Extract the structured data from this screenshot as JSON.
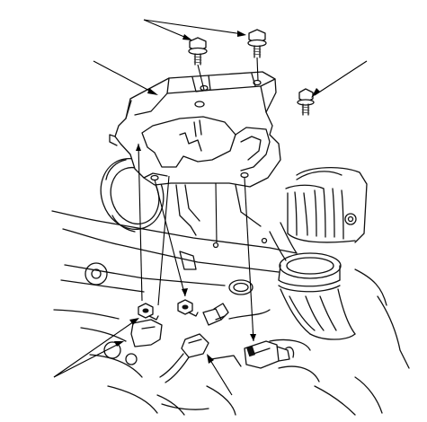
{
  "figure": {
    "type": "exploded-assembly-illustration",
    "labels": [],
    "colors": {
      "line": "#111111",
      "background": "#ffffff"
    },
    "parts": [
      "bracket-bolt",
      "bracket-bolt",
      "bracket-bolt",
      "bracket",
      "engine-block",
      "exhaust-pipe",
      "oxygen-sensor-connector",
      "sensor-bracket",
      "sensor",
      "sensor",
      "small-bolt",
      "small-bolt"
    ],
    "leader_lines": 6
  }
}
